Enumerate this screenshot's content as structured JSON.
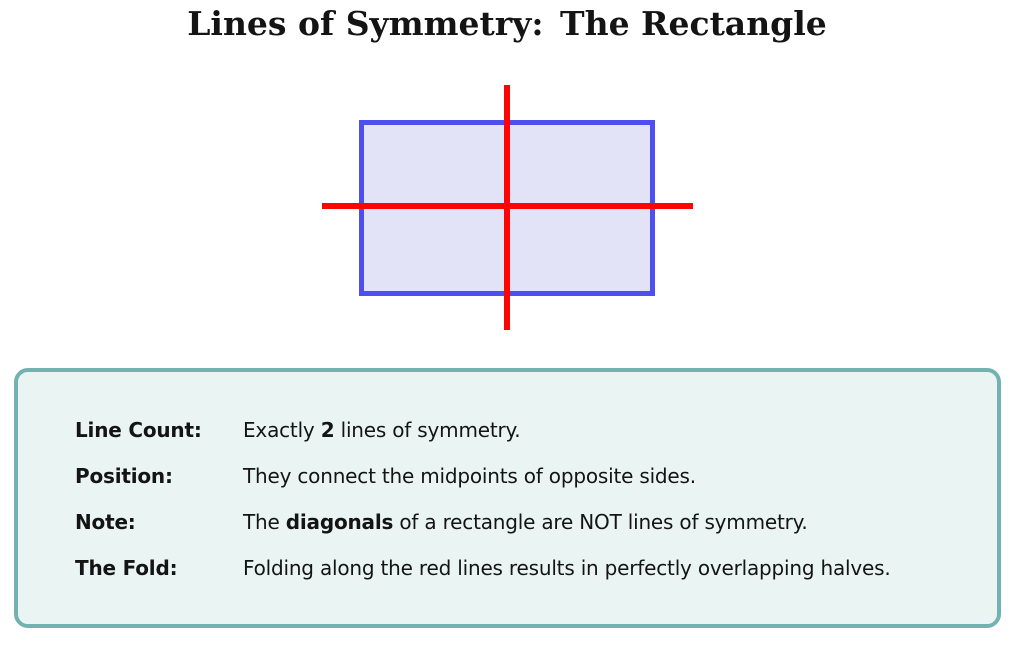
{
  "page": {
    "title": "Lines of Symmetry: The Rectangle",
    "background_color": "#ffffff"
  },
  "diagram": {
    "shape": "rectangle",
    "rectangle_fill_color": "#e3e3f8",
    "rectangle_border_color": "#4f4ff0",
    "symmetry_line_color": "#fe0505",
    "symmetry_line_count": 2,
    "symmetry_lines": [
      "vertical-midline",
      "horizontal-midline"
    ]
  },
  "info_box": {
    "border_color": "#74b1b1",
    "background_color": "#eaf5f3",
    "rows": [
      {
        "label": "Line Count:",
        "text_before": "Exactly ",
        "bold": "2",
        "text_after": " lines of symmetry."
      },
      {
        "label": "Position:",
        "text_before": "They connect the midpoints of opposite sides.",
        "bold": "",
        "text_after": ""
      },
      {
        "label": "Note:",
        "text_before": "The ",
        "bold": "diagonals",
        "text_after": " of a rectangle are NOT lines of symmetry."
      },
      {
        "label": "The Fold:",
        "text_before": "Folding along the red lines results in perfectly overlapping halves.",
        "bold": "",
        "text_after": ""
      }
    ]
  }
}
